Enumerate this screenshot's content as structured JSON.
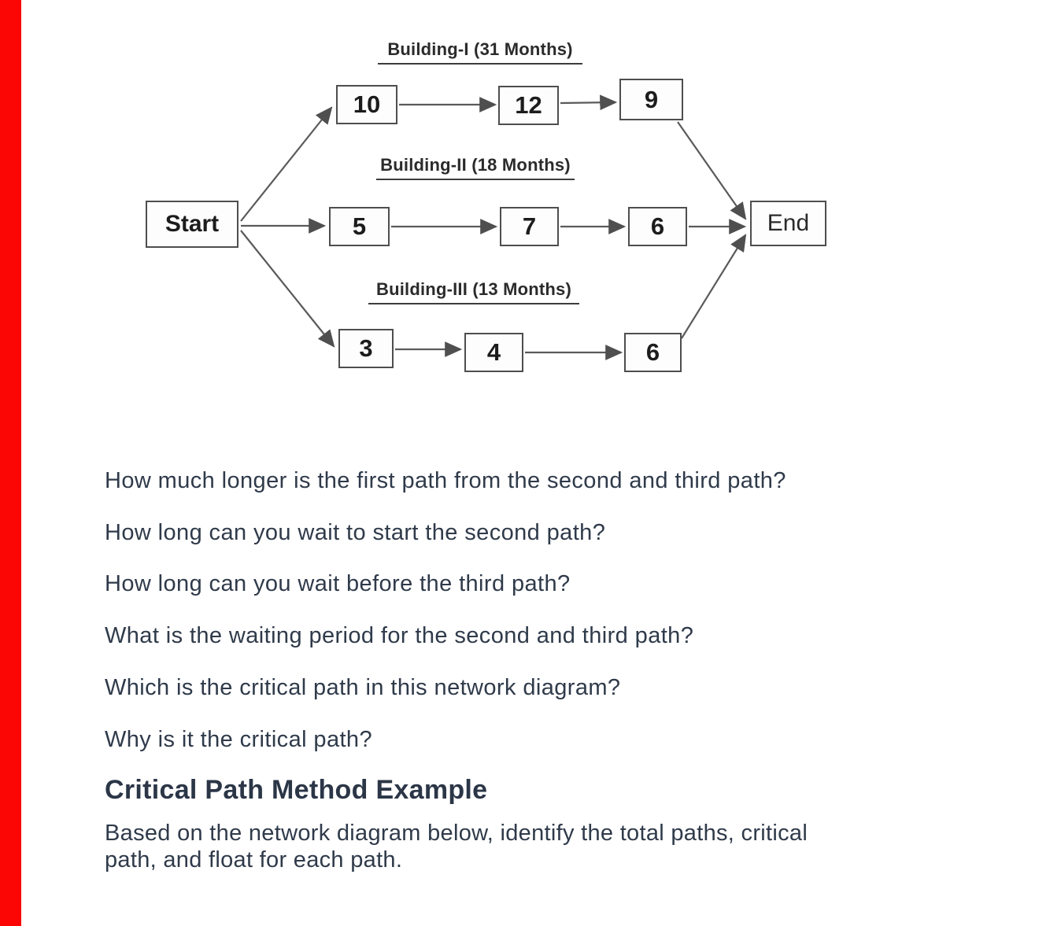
{
  "page": {
    "background_color": "#ffffff",
    "left_stripe_color": "#fb0505"
  },
  "diagram": {
    "start_label": "Start",
    "end_label": "End",
    "paths": [
      {
        "title": "Building-I (31 Months)",
        "nodes": [
          "10",
          "12",
          "9"
        ]
      },
      {
        "title": "Building-II (18 Months)",
        "nodes": [
          "5",
          "7",
          "6"
        ]
      },
      {
        "title": "Building-III (13 Months)",
        "nodes": [
          "3",
          "4",
          "6"
        ]
      }
    ]
  },
  "questions": [
    "How much longer is the first path from the second and third path?",
    "How long can you wait to start the second path?",
    "How long can you wait before the third path?",
    "What is the waiting period for the second and third path?",
    "Which is the critical path in this network diagram?",
    "Why is it the critical path?"
  ],
  "section": {
    "heading": "Critical Path Method Example",
    "body_line1": "Based on the network diagram below, identify the total paths, critical",
    "body_line2": "path, and float for each path."
  }
}
